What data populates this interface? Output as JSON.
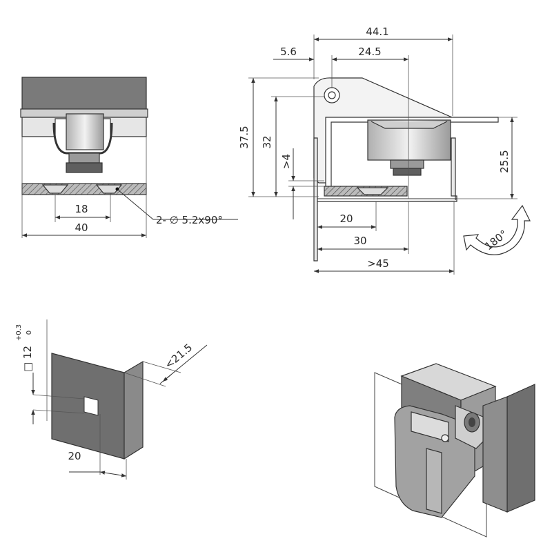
{
  "front_view": {
    "dim_holes_spacing": "18",
    "dim_width": "40",
    "hole_callout": "2- ∅ 5.2x90°"
  },
  "side_view": {
    "dim_overall_width": "44.1",
    "dim_offset": "5.6",
    "dim_center": "24.5",
    "dim_height_total": "37.5",
    "dim_height_inner": "32",
    "dim_min_thickness": ">4",
    "dim_height_right": "25.5",
    "dim_bottom_20": "20",
    "dim_bottom_30": "30",
    "dim_bottom_min": ">45",
    "rotation_label": "180°"
  },
  "cutout_view": {
    "square_size": "□ 12",
    "tol_upper": "+0.3",
    "tol_lower": "0",
    "dim_edge": "20",
    "dim_max_thickness": "<21.5"
  },
  "colors": {
    "line": "#333333",
    "part_dark": "#6f6f6f",
    "part_mid": "#8a8a8a",
    "part_light": "#bdbdbd",
    "background": "#ffffff"
  }
}
